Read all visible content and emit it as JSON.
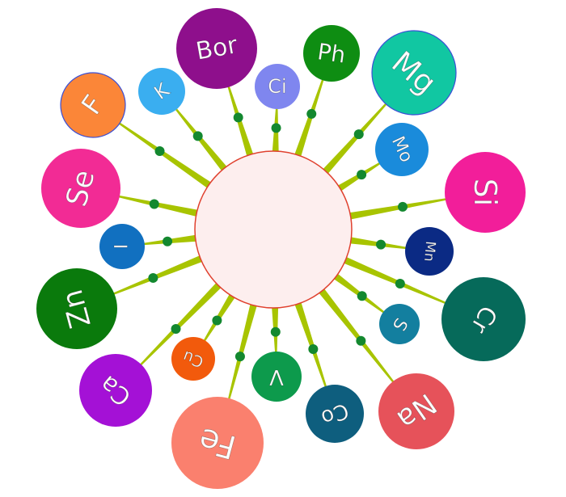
{
  "diagram": {
    "hub": {
      "label": "",
      "fill": "#fdeeee",
      "stroke": "#e0412f"
    },
    "spoke_color": "#a8c400",
    "dot_color": "#13882f",
    "nodes": [
      {
        "id": "bor",
        "label": "Bor",
        "color": "#8e0f8c"
      },
      {
        "id": "ci",
        "label": "Ci",
        "color": "#7f86ef"
      },
      {
        "id": "ph",
        "label": "Ph",
        "color": "#0e8d12"
      },
      {
        "id": "mg",
        "label": "Mg",
        "color": "#11c7a2"
      },
      {
        "id": "mo",
        "label": "Mo",
        "color": "#1a8bdb"
      },
      {
        "id": "si",
        "label": "Si",
        "color": "#f21e9a"
      },
      {
        "id": "mn",
        "label": "Mn",
        "color": "#0b2a84"
      },
      {
        "id": "cr",
        "label": "Cr",
        "color": "#066a5a"
      },
      {
        "id": "s",
        "label": "S",
        "color": "#137f9f"
      },
      {
        "id": "na",
        "label": "Na",
        "color": "#e6525a"
      },
      {
        "id": "co",
        "label": "Co",
        "color": "#0e5e7e"
      },
      {
        "id": "v",
        "label": "V",
        "color": "#0d9a4c"
      },
      {
        "id": "fe",
        "label": "Fe",
        "color": "#fa806e"
      },
      {
        "id": "cu",
        "label": "Cu",
        "color": "#f25a0c"
      },
      {
        "id": "ca",
        "label": "Ca",
        "color": "#a411d6"
      },
      {
        "id": "zn",
        "label": "Zn",
        "color": "#0a7a0c"
      },
      {
        "id": "i",
        "label": "I",
        "color": "#1170c0"
      },
      {
        "id": "se",
        "label": "Se",
        "color": "#f22b95"
      },
      {
        "id": "f",
        "label": "F",
        "color": "#fb8638"
      },
      {
        "id": "k",
        "label": "K",
        "color": "#3aaef0"
      }
    ]
  }
}
